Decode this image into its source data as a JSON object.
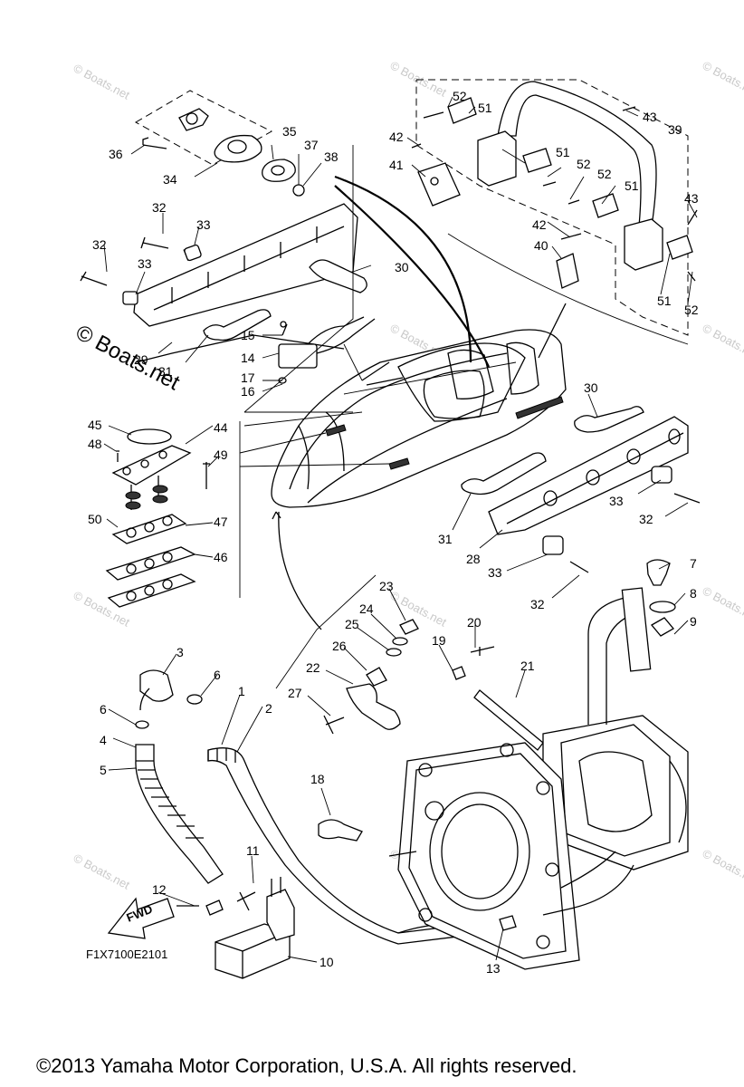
{
  "drawing_code": "F1X7100E2101",
  "fwd_label": "FWD",
  "copyright": "©2013 Yamaha Motor Corporation, U.S.A. All rights reserved.",
  "watermark": "© Boats.net",
  "watermark_small": "© Boats.net",
  "callouts": [
    "1",
    "2",
    "3",
    "4",
    "5",
    "6",
    "6",
    "7",
    "8",
    "9",
    "10",
    "11",
    "12",
    "13",
    "14",
    "15",
    "16",
    "17",
    "18",
    "19",
    "20",
    "21",
    "22",
    "23",
    "24",
    "25",
    "26",
    "27",
    "28",
    "29",
    "30",
    "30",
    "31",
    "31",
    "32",
    "32",
    "32",
    "32",
    "33",
    "33",
    "33",
    "33",
    "34",
    "35",
    "36",
    "37",
    "38",
    "39",
    "40",
    "41",
    "42",
    "42",
    "43",
    "43",
    "44",
    "45",
    "46",
    "47",
    "48",
    "49",
    "50",
    "51",
    "51",
    "51",
    "51",
    "52",
    "52",
    "52",
    "52"
  ]
}
